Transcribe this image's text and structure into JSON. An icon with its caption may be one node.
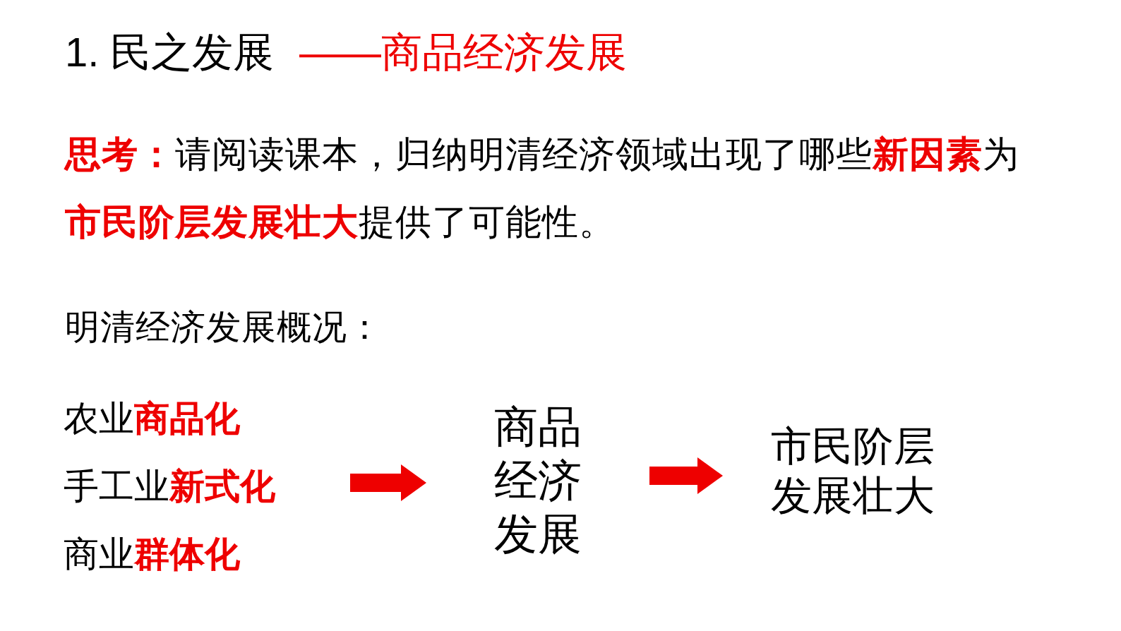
{
  "diagram": {
    "title": "1. 民之发展",
    "nodes": [
      {
        "text": [
          "农业**商品化**",
          "手工业**新式化**",
          "商业**群体化**"
        ]
      },
      {
        "text": [
          "商品经济发展"
        ]
      },
      {
        "text": [
          "市民阶层发展壮大"
        ]
      }
    ],
    "edges": [
      {
        "from": 0,
        "to": 1,
        "arrow": "to"
      },
      {
        "from": 1,
        "to": 2,
        "arrow": "to"
      }
    ],
    "labels": [
      "——商品经济发展",
      "**思考：**请阅读课本，归纳明清经济领域出现了哪些**新因素**为**市民阶层发展壮大**提供了可能性。",
      "明清经济发展概况："
    ]
  }
}
